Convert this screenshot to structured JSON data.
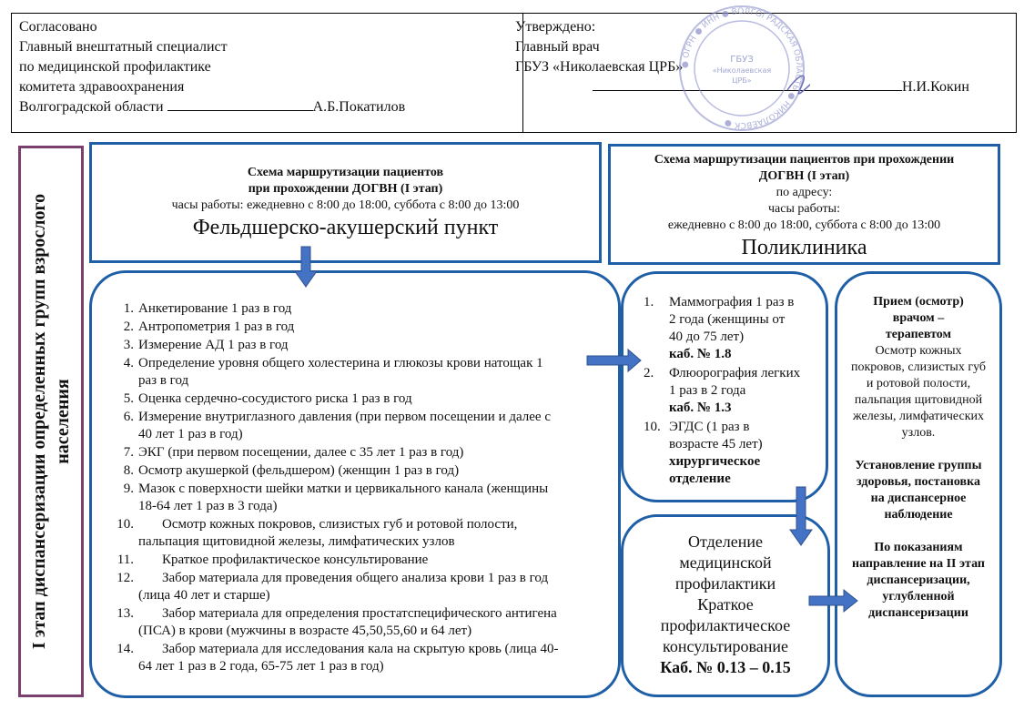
{
  "header": {
    "left": [
      "Согласовано",
      "Главный внештатный специалист",
      "по медицинской профилактике",
      "комитета здравоохранения",
      "Волгоградской области"
    ],
    "left_signer": "А.Б.Покатилов",
    "right": [
      "Утверждено:",
      "Главный врач",
      "ГБУЗ «Николаевская ЦРБ»"
    ],
    "right_signer": "Н.И.Кокин"
  },
  "side_title": "I этап диспансеризации определенных групп взрослого населения",
  "fap": {
    "title1": "Схема маршрутизации пациентов",
    "title2": "при прохождении ДОГВН (I этап)",
    "hours": "часы работы: ежедневно с 8:00 до 18:00, суббота с 8:00 до 13:00",
    "name": "Фельдшерско-акушерский пункт"
  },
  "polyclinic": {
    "title1": "Схема маршрутизации пациентов при прохождении",
    "title2": "ДОГВН (I этап)",
    "address": "по адресу:",
    "hours_label": "часы работы:",
    "hours": "ежедневно с 8:00 до 18:00, суббота с 8:00 до 13:00",
    "name": "Поликлиника"
  },
  "procedures": [
    {
      "n": "1.",
      "lines": [
        "Анкетирование 1 раз в год"
      ]
    },
    {
      "n": "2.",
      "lines": [
        "Антропометрия 1 раз в год"
      ]
    },
    {
      "n": "3.",
      "lines": [
        "Измерение АД 1 раз в год"
      ]
    },
    {
      "n": "4.",
      "lines": [
        "Определение уровня общего холестерина и глюкозы крови натощак 1",
        "раз в год"
      ]
    },
    {
      "n": "5.",
      "lines": [
        "Оценка сердечно-сосудистого риска 1 раз в год"
      ]
    },
    {
      "n": "6.",
      "lines": [
        "Измерение внутриглазного давления (при первом посещении и далее с",
        "40 лет 1 раз в год)"
      ]
    },
    {
      "n": "7.",
      "lines": [
        "ЭКГ (при первом посещении, далее с 35 лет 1 раз в год)"
      ]
    },
    {
      "n": "8.",
      "lines": [
        "Осмотр акушеркой (фельдшером) (женщин 1 раз в год)"
      ]
    },
    {
      "n": "9.",
      "lines": [
        "Мазок с поверхности шейки матки и цервикального канала (женщины",
        "18-64 лет 1 раз в 3 года)"
      ]
    },
    {
      "n": "10.",
      "lines": [
        "Осмотр кожных покровов, слизистых губ и ротовой полости,",
        "пальпация щитовидной железы, лимфатических узлов"
      ]
    },
    {
      "n": "11.",
      "lines": [
        "Краткое профилактическое консультирование"
      ]
    },
    {
      "n": "12.",
      "lines": [
        "Забор материала для проведения общего анализа крови 1 раз в год",
        "(лица 40 лет и старше)"
      ]
    },
    {
      "n": "13.",
      "lines": [
        "Забор материала для определения простатспецифического антигена",
        "(ПСА) в крови (мужчины в возрасте 45,50,55,60 и 64 лет)"
      ]
    },
    {
      "n": "14.",
      "lines": [
        "Забор материала для исследования кала на скрытую кровь (лица 40-",
        "64 лет 1 раз в 2 года, 65-75 лет 1 раз в год)"
      ]
    }
  ],
  "exams": [
    {
      "n": "1.",
      "lines": [
        "Маммография 1 раз в",
        "2 года (женщины от",
        "40 до 75 лет)"
      ],
      "room": "каб. № 1.8"
    },
    {
      "n": "2.",
      "lines": [
        "Флюорография легких",
        "1 раз в 2 года"
      ],
      "room": "каб. № 1.3"
    },
    {
      "n": "10.",
      "lines": [
        "ЭГДС (1 раз в",
        "возрасте 45 лет)"
      ],
      "room": "хирургическое отделение"
    }
  ],
  "prevention": {
    "lines": [
      "Отделение",
      "медицинской",
      "профилактики",
      "Краткое",
      "профилактическое",
      "консультирование"
    ],
    "room": "Каб. № 0.13 – 0.15"
  },
  "therapist": {
    "b1": "Прием (осмотр) врачом – терапевтом",
    "t1": "Осмотр кожных покровов, слизистых губ и ротовой полости, пальпация щитовидной железы, лимфатических узлов.",
    "b2": "Установление группы здоровья, постановка на диспансерное наблюдение",
    "b3": "По показаниям направление на II этап диспансеризации, углубленной диспансеризации"
  },
  "stamp": {
    "text": "ГБУЗ «Николаевская ЦРБ»"
  },
  "colors": {
    "box_blue": "#1f5fa8",
    "arrow_blue": "#4472c4",
    "side_border": "#7b3f6e"
  }
}
